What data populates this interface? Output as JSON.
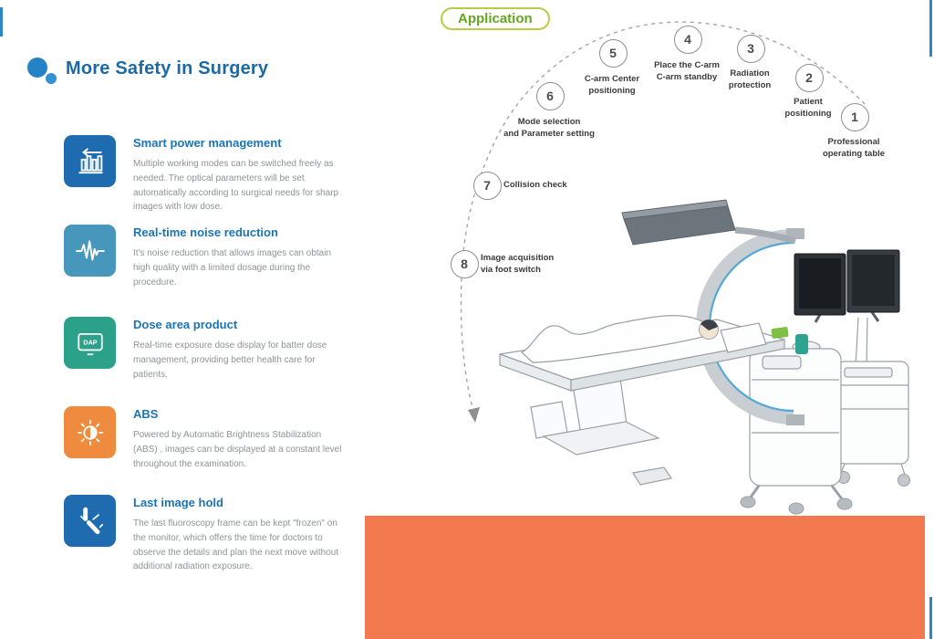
{
  "page": {
    "title": "More Safety in Surgery"
  },
  "features": [
    {
      "title": "Smart power management",
      "description": "Multiple working modes can be switched freely as needed. The optical parameters will be set automatically according to surgical needs for sharp images with low dose.",
      "icon": "power-bars-icon",
      "color": "#1e6bb0"
    },
    {
      "title": "Real-time noise reduction",
      "description": "It's noise reduction that allows images can obtain high quality with a limited dosage during the procedure.",
      "icon": "noise-waveform-icon",
      "color": "#4797bd"
    },
    {
      "title": "Dose area product",
      "description": "Real-time exposure dose display for batter dose management, providing better health care for patients.",
      "icon": "dap-monitor-icon",
      "color": "#2aa188"
    },
    {
      "title": "ABS",
      "description": "Powered by Automatic Brightness Stabilization (ABS) , images can be displayed at a constant level throughout the examination.",
      "icon": "brightness-abs-icon",
      "color": "#ef8b3e"
    },
    {
      "title": "Last image hold",
      "description": "The last fluoroscopy frame can be kept \"frozen\" on the monitor, which offers the time for doctors to observe the details and plan the next move without additional radiation exposure.",
      "icon": "bone-joint-icon",
      "color": "#1e6bb0"
    }
  ],
  "application": {
    "label": "Application",
    "steps": [
      {
        "num": "1",
        "label": "Professional\noperating table"
      },
      {
        "num": "2",
        "label": "Patient\npositioning"
      },
      {
        "num": "3",
        "label": "Radiation\nprotection"
      },
      {
        "num": "4",
        "label": "Place the C-arm\nC-arm standby"
      },
      {
        "num": "5",
        "label": "C-arm Center\npositioning"
      },
      {
        "num": "6",
        "label": "Mode selection\nand Parameter setting"
      },
      {
        "num": "7",
        "label": "Collision check"
      },
      {
        "num": "8",
        "label": "Image acquisition\nvia foot switch"
      }
    ]
  },
  "colors": {
    "title_blue": "#1b6aa8",
    "feature_title_blue": "#1b74b4",
    "application_green": "#64a61f",
    "application_border_green": "#b8cc47",
    "footer_orange": "#f27a4e",
    "edge_accent_blue": "#2e86c8",
    "icon_blue": "#1e6bb0",
    "icon_teal_blue": "#4797bd",
    "icon_green": "#2aa188",
    "icon_orange": "#ef8b3e"
  }
}
